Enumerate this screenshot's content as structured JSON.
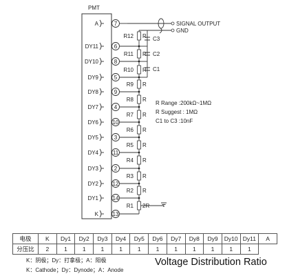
{
  "pmt_label": "PMT",
  "signal_output": "SIGNAL  OUTPUT",
  "gnd": "GND",
  "pins": [
    {
      "label": "A",
      "num": "7"
    },
    {
      "label": "DY11",
      "num": "6"
    },
    {
      "label": "DY10",
      "num": "8"
    },
    {
      "label": "DY9",
      "num": "5"
    },
    {
      "label": "DY8",
      "num": "9"
    },
    {
      "label": "DY7",
      "num": "4"
    },
    {
      "label": "DY6",
      "num": "10"
    },
    {
      "label": "DY5",
      "num": "3"
    },
    {
      "label": "DY4",
      "num": "11"
    },
    {
      "label": "DY3",
      "num": "2"
    },
    {
      "label": "DY2",
      "num": "12"
    },
    {
      "label": "DY1",
      "num": "14"
    },
    {
      "label": "K",
      "num": "13"
    }
  ],
  "resistors": [
    {
      "name": "R12",
      "value": "R"
    },
    {
      "name": "R11",
      "value": "R"
    },
    {
      "name": "R10",
      "value": "R"
    },
    {
      "name": "R9",
      "value": "R"
    },
    {
      "name": "R8",
      "value": "R"
    },
    {
      "name": "R7",
      "value": "R"
    },
    {
      "name": "R6",
      "value": "R"
    },
    {
      "name": "R5",
      "value": "R"
    },
    {
      "name": "R4",
      "value": "R"
    },
    {
      "name": "R3",
      "value": "R"
    },
    {
      "name": "R2",
      "value": "R"
    },
    {
      "name": "R1",
      "value": "2R"
    }
  ],
  "capacitors": [
    "C3",
    "C2",
    "C1"
  ],
  "notes": [
    "R Range :200kΩ~1MΩ",
    "R Suggest : 1MΩ",
    "C1  to  C3 :10nF"
  ],
  "table": {
    "header": [
      "电极",
      "K",
      "Dy1",
      "Dy2",
      "Dy3",
      "Dy4",
      "Dy5",
      "Dy6",
      "Dy7",
      "Dy8",
      "Dy9",
      "Dy10",
      "Dy11",
      "A"
    ],
    "row": [
      "分压比",
      "2",
      "1",
      "1",
      "1",
      "1",
      "1",
      "1",
      "1",
      "1",
      "1",
      "1",
      "1"
    ]
  },
  "legend_cn": "K：阴极；Dy：打拿极；A：阳极",
  "legend_en": "K：Cathode；Dy：Dynode；A：Anode",
  "caption": "Voltage Distribution Ratio"
}
